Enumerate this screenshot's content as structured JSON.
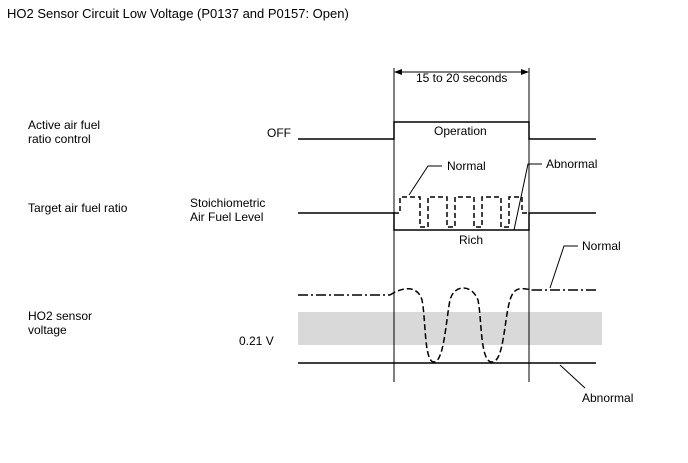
{
  "title": "HO2 Sensor Circuit Low Voltage (P0137 and P0157: Open)",
  "time_span_label": "15 to 20 seconds",
  "rows": {
    "active_control": {
      "label_line1": "Active air fuel",
      "label_line2": "ratio control",
      "off_label": "OFF",
      "operation_label": "Operation"
    },
    "target_ratio": {
      "label": "Target air fuel ratio",
      "stoich_line1": "Stoichiometric",
      "stoich_line2": "Air Fuel Level",
      "normal_label": "Normal",
      "abnormal_label": "Abnormal",
      "rich_label": "Rich"
    },
    "ho2_voltage": {
      "label_line1": "HO2 sensor",
      "label_line2": "voltage",
      "threshold_label": "0.21 V",
      "normal_label": "Normal",
      "abnormal_label": "Abnormal"
    }
  },
  "colors": {
    "band": "#d9d9d9",
    "line": "#000000"
  }
}
